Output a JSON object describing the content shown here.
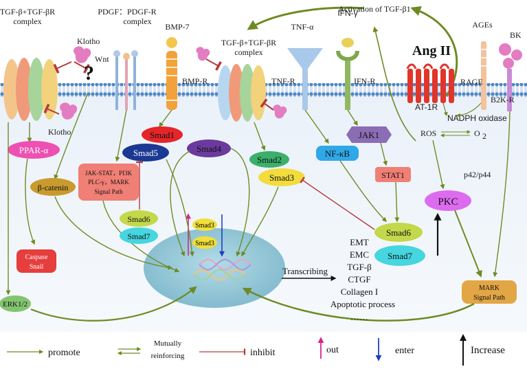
{
  "top": {
    "activation": "Activation of TGF-β1",
    "ang2": "Ang II",
    "ages": "AGEs",
    "bk": "BK",
    "rage": "RAGE",
    "at1r": "AT-1R",
    "nadph": "NADPH oxidase",
    "b2kr": "B2K-R"
  },
  "receptors": {
    "tgf_left_line1": "TGF-β+TGF-βR",
    "tgf_left_line2": "complex",
    "klotho_top": "Klotho",
    "klotho_bottom": "Klotho",
    "wnt": "Wnt",
    "pdgf_line1": "PDGF：PDGF-R",
    "pdgf_line2": "complex",
    "bmp7": "BMP-7",
    "bmpr": "BMP-R",
    "tgf_mid_line1": "TGF-β+TGF-βR",
    "tgf_mid_line2": "complex",
    "tnfa": "TNF-α",
    "tnfr": "TNF-R",
    "ifng": "IFN-γ",
    "ifnr": "IFN-R"
  },
  "nodes": {
    "ppara": "PPAR-α",
    "bcatenin": "β-catenin",
    "caspase_line1": "Caspase",
    "caspase_line2": "Snail",
    "erk": "ERK1/2",
    "signal_line1": "JAK-STAT，PI3K",
    "signal_line2": "PLC-γ，MARK",
    "signal_line3": "Signal Path",
    "smad1": "Smad1",
    "smad5": "Smad5",
    "smad4": "Smad4",
    "smad2": "Smad2",
    "smad3": "Smad3",
    "smad6_left": "Smad6",
    "smad7_left": "Smad7",
    "nfkb": "NF-κB",
    "jak1": "JAK1",
    "stat1": "STAT1",
    "smad6_right": "Smad6",
    "smad7_right": "Smad7",
    "ros": "ROS",
    "o2": "O",
    "o2_sub": "2",
    "p4244": "p42/p44",
    "pkc": "PKC",
    "mark_line1": "MARK",
    "mark_line2": "Signal Path",
    "nucleus_smad3_top": "Smad3",
    "nucleus_smad3_bottom": "Smad3"
  },
  "outcomes": {
    "transcribing": "Transcribing",
    "items": [
      "EMT",
      "EMC",
      "TGF-β",
      "CTGF",
      "Collagen I",
      "Apoptotic process",
      "……"
    ]
  },
  "legend": {
    "promote": "promote",
    "mutual_line1": "Mutually",
    "mutual_line2": "reinforcing",
    "inhibit": "inhibit",
    "out": "out",
    "enter": "enter",
    "increase": "Increase"
  },
  "colors": {
    "arrow": "#7b9a2a",
    "inhibit": "#b53a3a",
    "membrane": "#5b8fc7",
    "nucleus": "#8ec5d6"
  }
}
